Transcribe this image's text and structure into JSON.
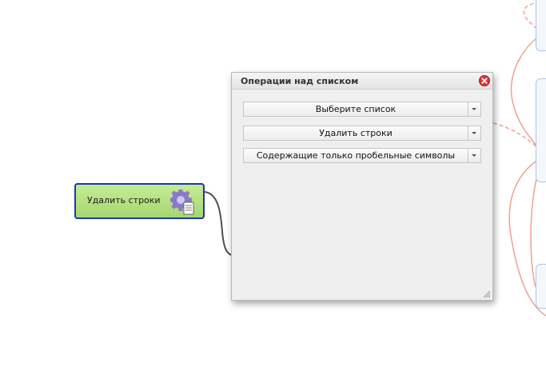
{
  "canvas": {
    "node": {
      "label": "Удалить строки",
      "icon": "gear-document-icon",
      "border_color": "#1c36b8",
      "fill_color": "#b4e184"
    },
    "connector_color": "#555555",
    "side_link_color": "#f0a090"
  },
  "dialog": {
    "title": "Операции над списком",
    "close_icon": "close-icon",
    "fields": [
      {
        "value": "Выберите список"
      },
      {
        "value": "Удалить строки"
      },
      {
        "value": "Содержащие только пробельные символы"
      }
    ]
  }
}
